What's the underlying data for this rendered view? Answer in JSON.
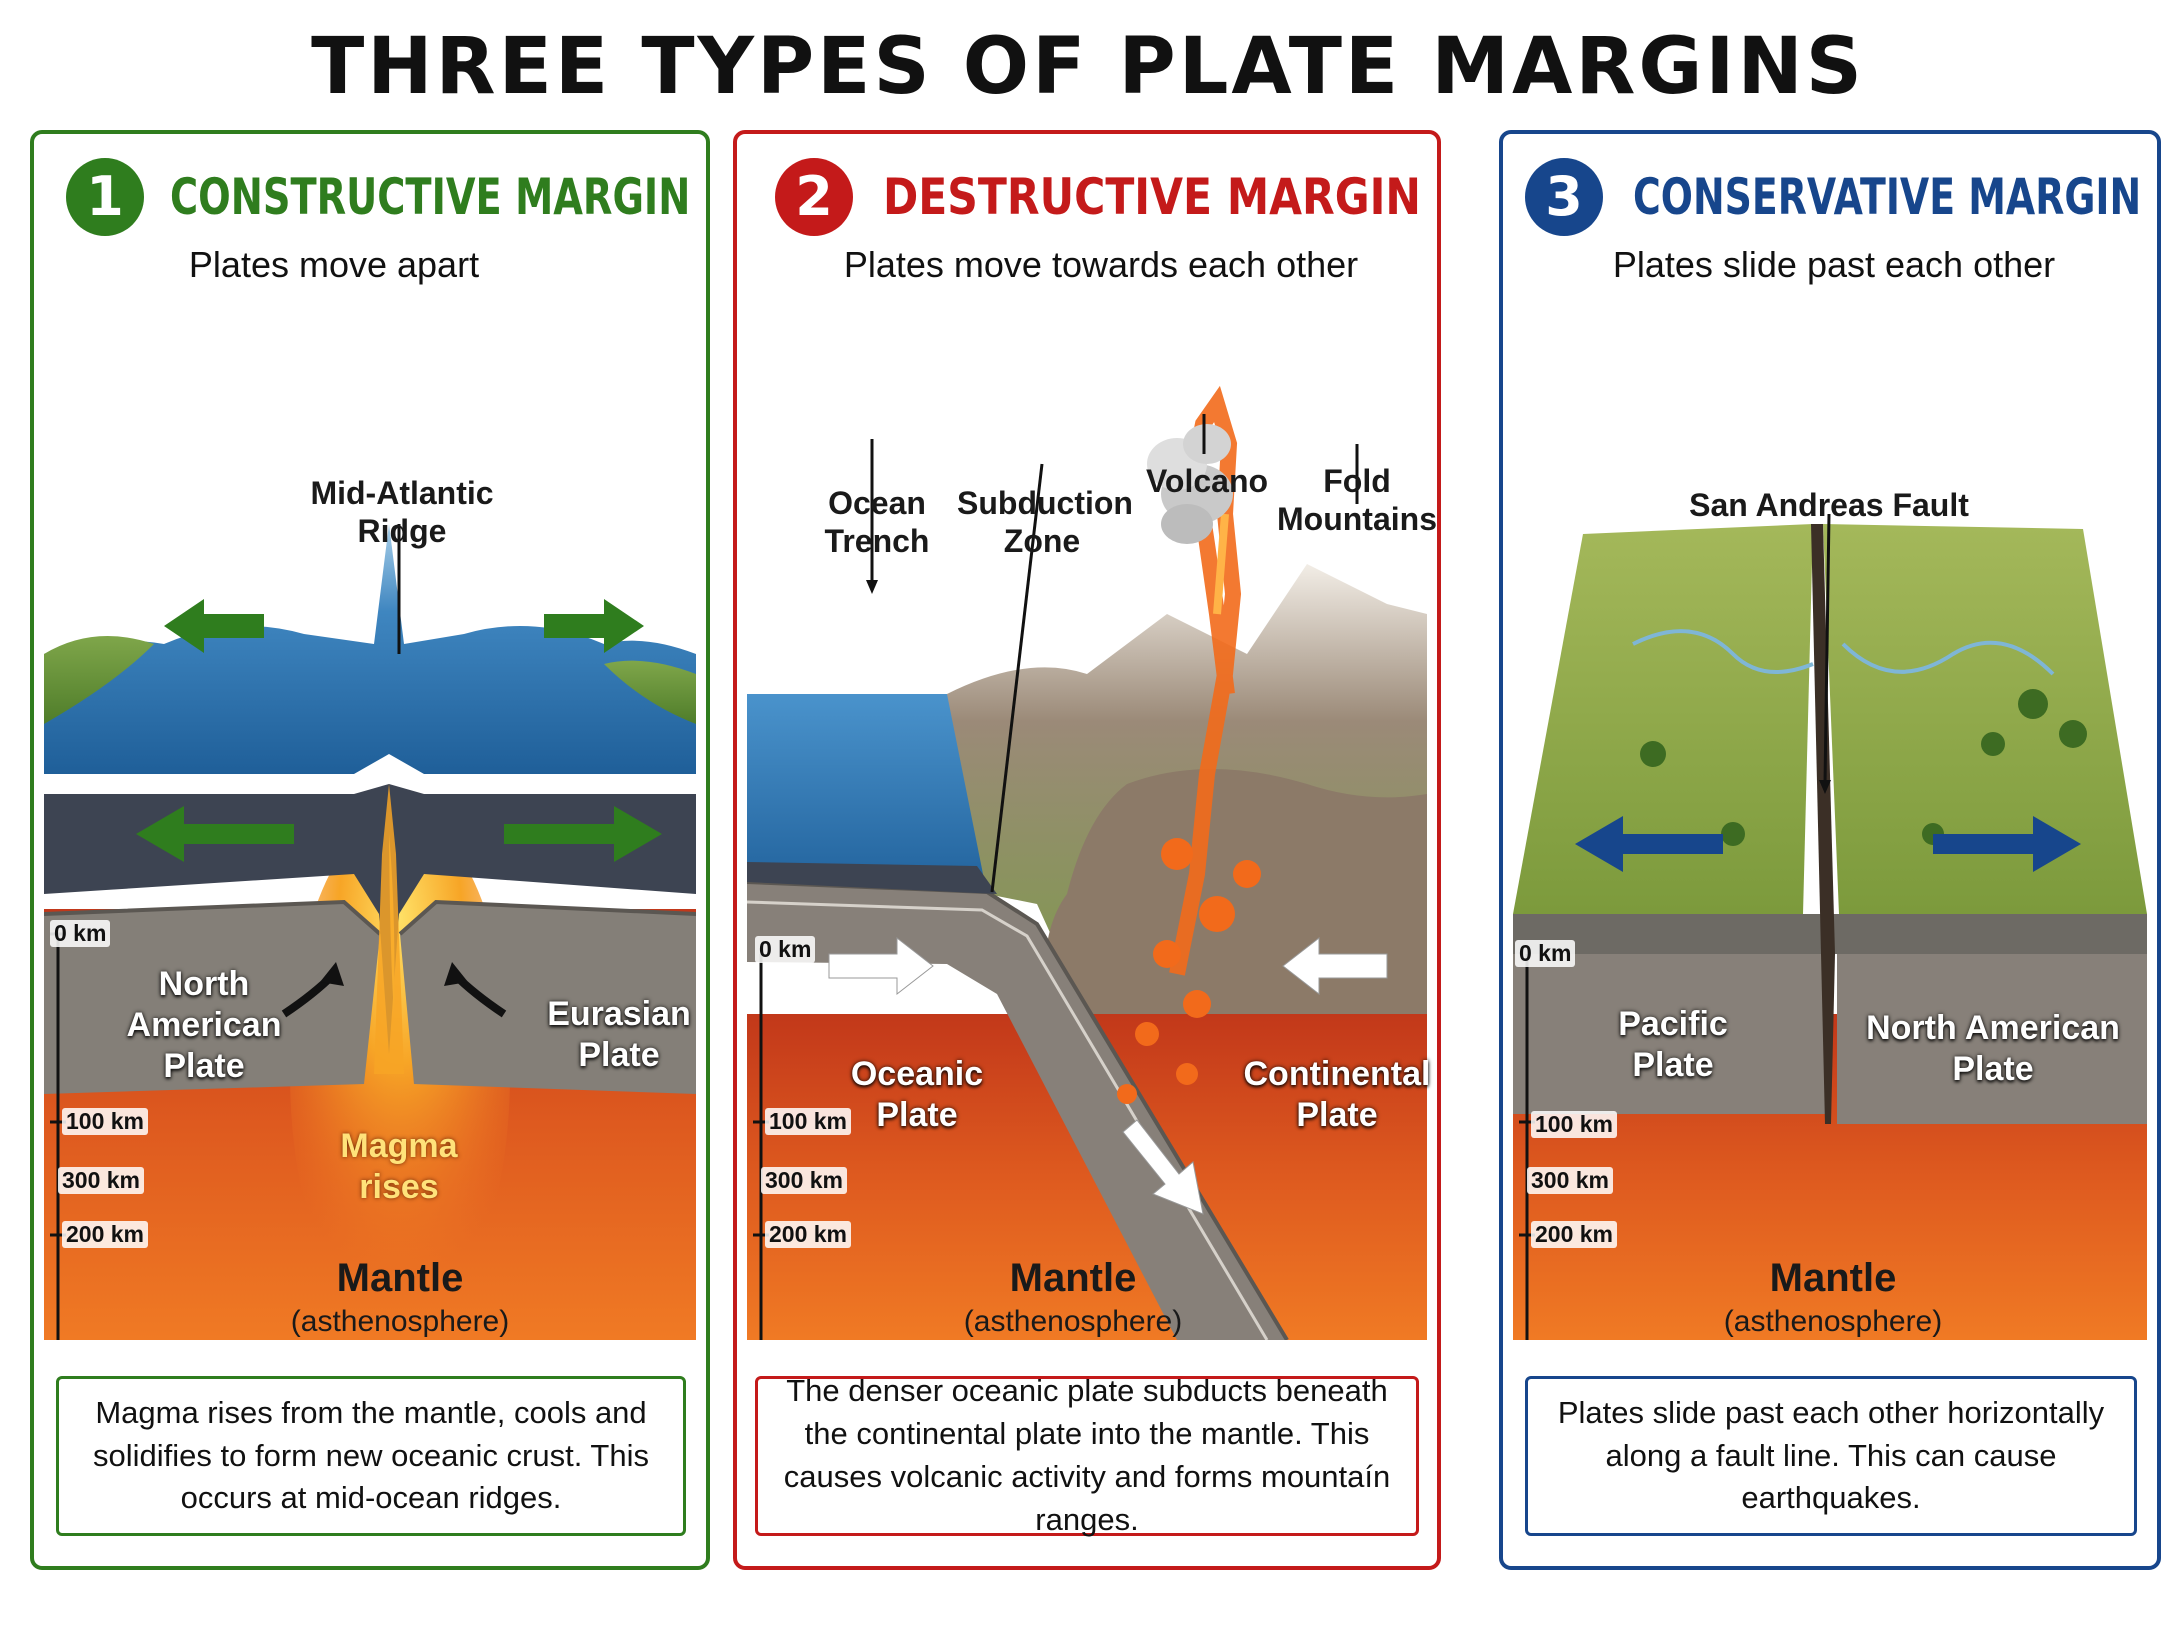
{
  "title": "THREE TYPES OF PLATE MARGINS",
  "colors": {
    "constructive": "#2f7d1e",
    "destructive": "#c41a1a",
    "conservative": "#17468c"
  },
  "depth_labels": [
    "0 km",
    "100 km",
    "200 km",
    "300 km"
  ],
  "panels": [
    {
      "number": "1",
      "title": "CONSTRUCTIVE MARGIN",
      "subtitle": "Plates move apart",
      "labels": {
        "feature": "Mid-Atlantic Ridge",
        "left_plate": "North\nAmerican\nPlate",
        "right_plate": "Eurasian\nPlate",
        "magma": "Magma\nrises",
        "mantle": "Mantle",
        "mantle_sub": "(asthenosphere)"
      },
      "description": "Magma rises from the mantle, cools and solidifies to form new oceanic crust. This occurs at mid-ocean ridges."
    },
    {
      "number": "2",
      "title": "DESTRUCTIVE MARGIN",
      "subtitle": "Plates move towards each other",
      "labels": {
        "trench": "Ocean\nTrench",
        "subduction": "Subduction\nZone",
        "volcano": "Volcano",
        "fold": "Fold\nMountains",
        "oceanic_plate": "Oceanic\nPlate",
        "continental_plate": "Continental\nPlate",
        "mantle": "Mantle",
        "mantle_sub": "(asthenosphere)"
      },
      "description": "The denser oceanic plate subducts beneath the continental plate into the mantle. This causes volcanic activity and forms mountaín ranges."
    },
    {
      "number": "3",
      "title": "CONSERVATIVE MARGIN",
      "subtitle": "Plates slide past each other",
      "labels": {
        "feature": "San Andreas Fault",
        "left_plate": "Pacific\nPlate",
        "right_plate": "North American\nPlate",
        "mantle": "Mantle",
        "mantle_sub": "(asthenosphere)"
      },
      "description": "Plates slide past each other horizontally along a fault line. This can cause earthquakes."
    }
  ]
}
